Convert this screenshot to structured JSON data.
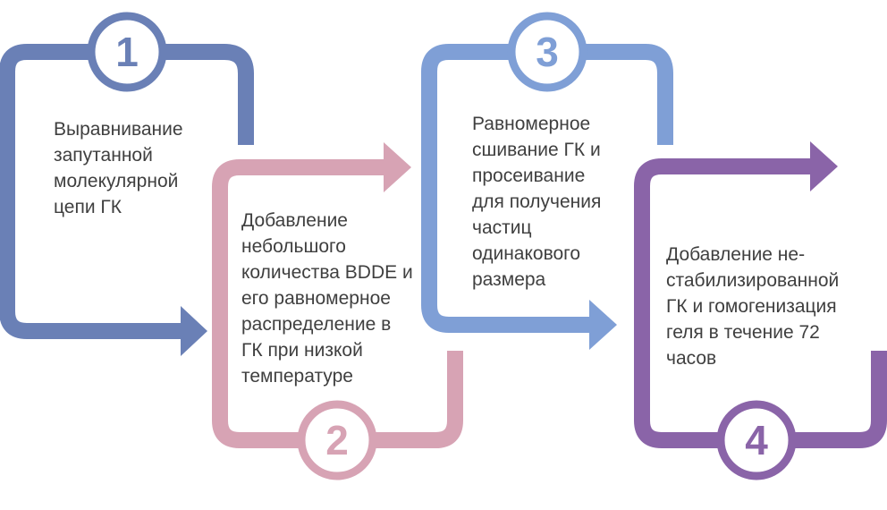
{
  "steps": [
    {
      "number": "1",
      "color": "#6a80b6",
      "text": "Выравнивание\nзапутанной\nмолекулярной\nцепи ГК"
    },
    {
      "number": "2",
      "color": "#d7a3b4",
      "text": "Добавление\nнебольшого\nколичества BDDE и\nего равномерное\nраспределение в\nГК при низкой\nтемпературе"
    },
    {
      "number": "3",
      "color": "#7f9fd6",
      "text": "Равномерное\nсшивание ГК и\nпросеивание\nдля получения\nчастиц\nодинакового\nразмера"
    },
    {
      "number": "4",
      "color": "#8a64a8",
      "text": "Добавление не-\nстабилизированной\nГК и гомогенизация\nгеля в течение 72\nчасов"
    }
  ]
}
